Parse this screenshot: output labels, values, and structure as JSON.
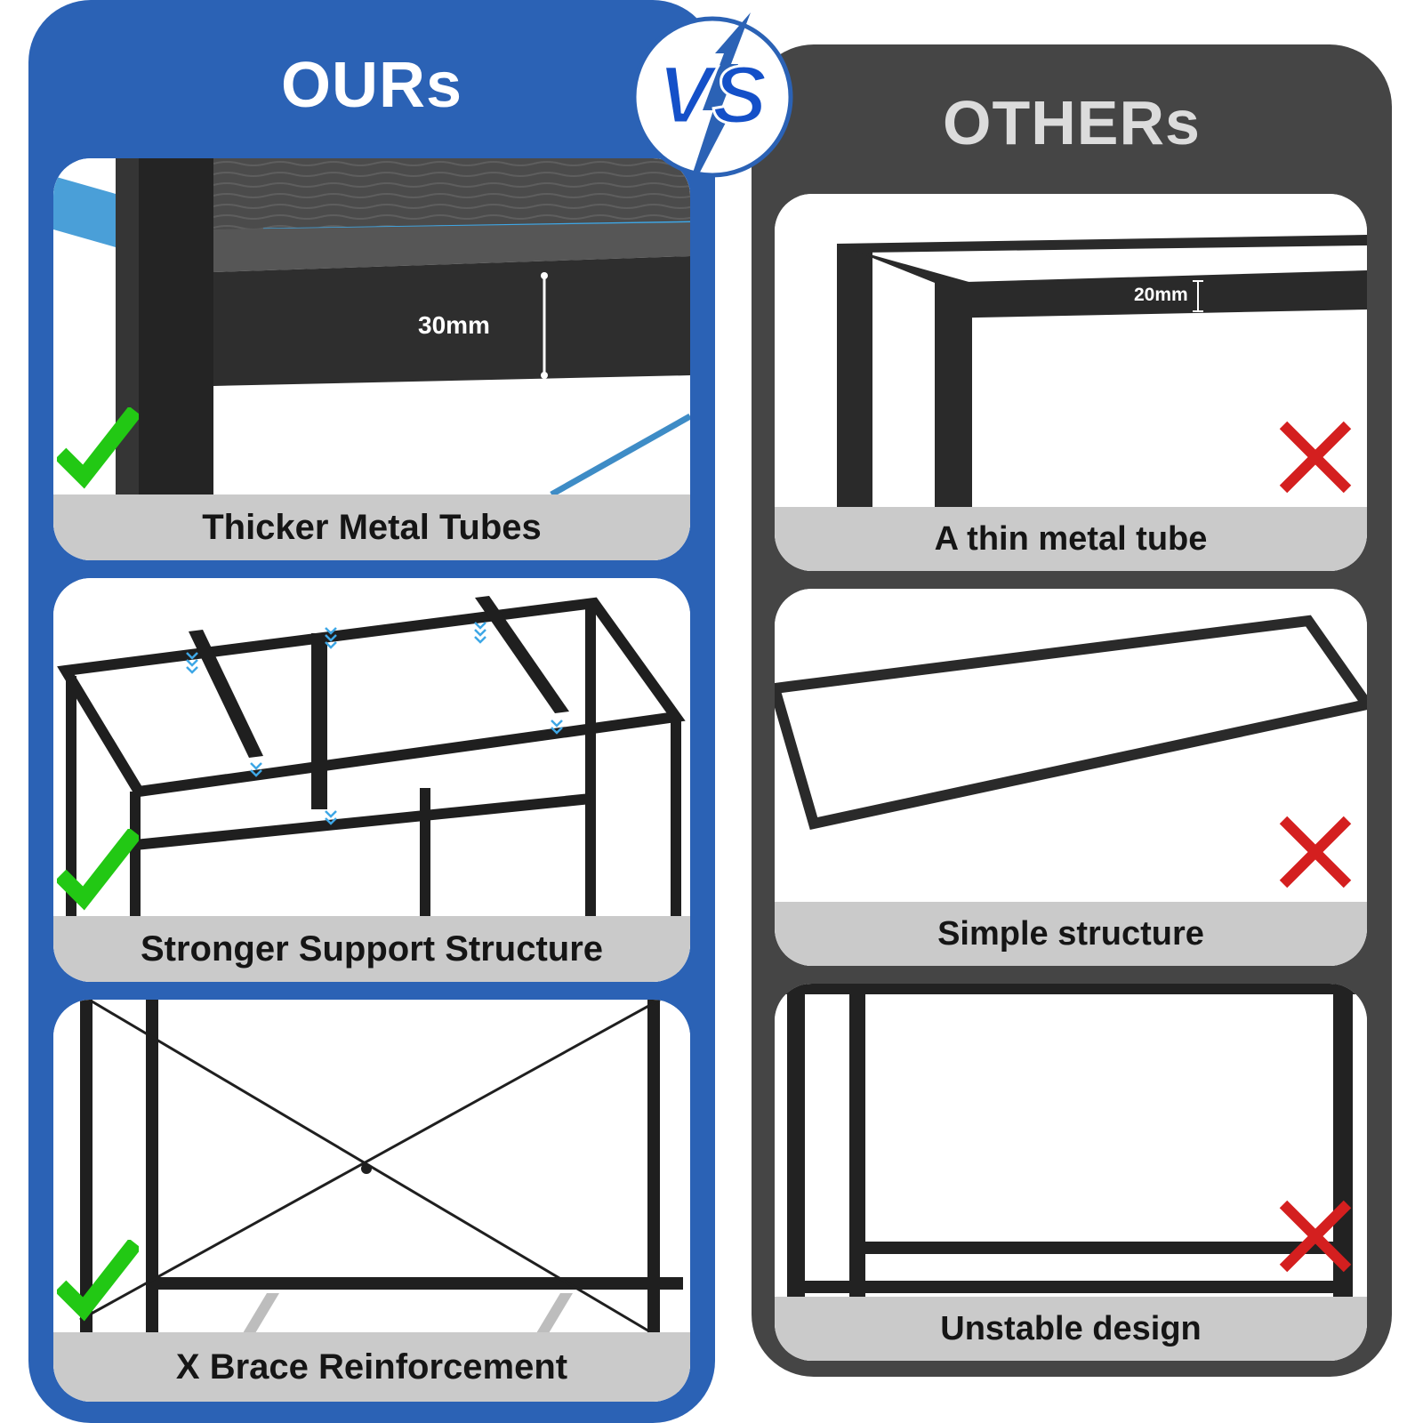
{
  "ours": {
    "title": "OURs",
    "panels": [
      {
        "caption": "Thicker Metal Tubes",
        "measure": "30mm",
        "status_icon": "check-icon"
      },
      {
        "caption": "Stronger Support Structure",
        "status_icon": "check-icon"
      },
      {
        "caption": "X Brace Reinforcement",
        "status_icon": "check-icon"
      }
    ]
  },
  "others": {
    "title": "OTHERs",
    "panels": [
      {
        "caption": "A thin metal tube",
        "measure": "20mm",
        "status_icon": "cross-icon"
      },
      {
        "caption": "Simple structure",
        "status_icon": "cross-icon"
      },
      {
        "caption": "Unstable design",
        "status_icon": "cross-icon"
      }
    ]
  },
  "vs_badge": {
    "label": "VS"
  },
  "colors": {
    "ours_bg": "#2b62b5",
    "others_bg": "#454545",
    "caption_bg": "#cacaca",
    "check": "#22c814",
    "cross": "#d41f1f"
  }
}
